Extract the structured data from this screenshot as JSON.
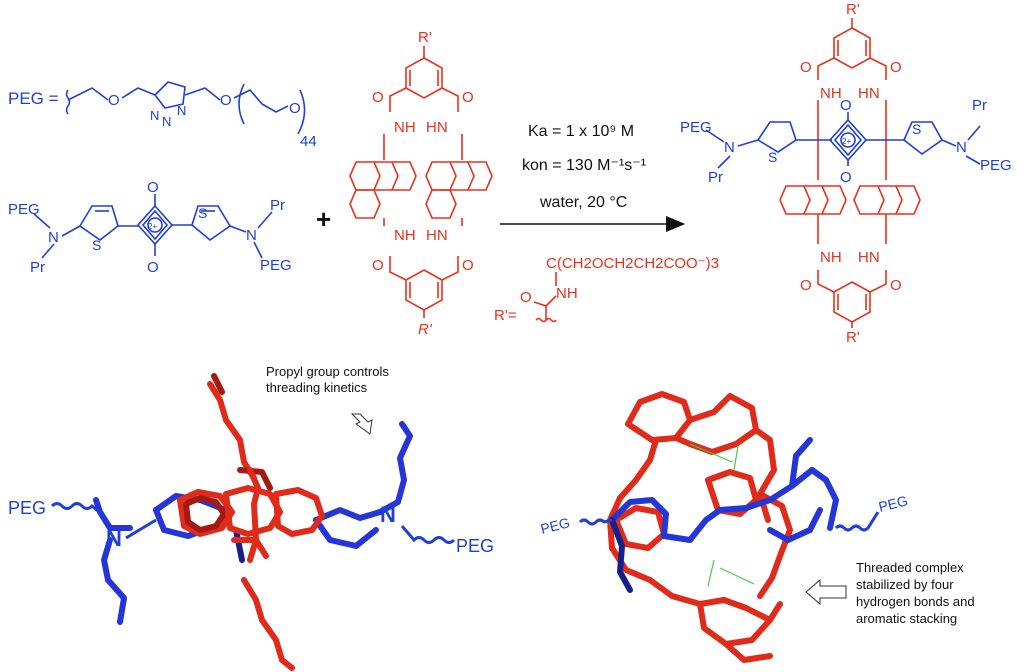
{
  "peg_def": {
    "label": "PEG =",
    "n": "44"
  },
  "dye_left": {
    "peg1": "PEG",
    "peg2": "PEG",
    "n1": "N",
    "n2": "N",
    "pr1": "Pr",
    "pr2": "Pr",
    "s1": "S",
    "s2": "S",
    "o_top": "O",
    "o_bot": "O",
    "charge": "2+"
  },
  "plus": "+",
  "macrocycle": {
    "r_top": "R'",
    "r_bot": "R'",
    "nh": "NH",
    "hn": "HN",
    "o": "O"
  },
  "conditions": {
    "ka": "Ka = 1 x 10⁹ M",
    "kon": "kon = 130 M⁻¹s⁻¹",
    "solvent": "water, 20 °C"
  },
  "r_def": {
    "label": "R'=",
    "substituent": "C(CH2OCH2CH2COO⁻)3",
    "nh": "NH",
    "o": "O"
  },
  "product": {
    "peg1": "PEG",
    "peg2": "PEG",
    "pr1": "Pr",
    "pr2": "Pr",
    "r_top": "R'",
    "r_bot": "R'"
  },
  "annotations": {
    "propyl_line1": "Propyl group controls",
    "propyl_line2": "threading kinetics",
    "threaded_line1": "Threaded complex",
    "threaded_line2": "stabilized by four",
    "threaded_line3": "hydrogen bonds and",
    "threaded_line4": "aromatic stacking"
  },
  "model_left": {
    "peg_left": "PEG",
    "peg_right": "PEG",
    "n_left": "N",
    "n_right": "N"
  },
  "model_right": {
    "peg_left": "PEG",
    "peg_right": "PEG"
  }
}
